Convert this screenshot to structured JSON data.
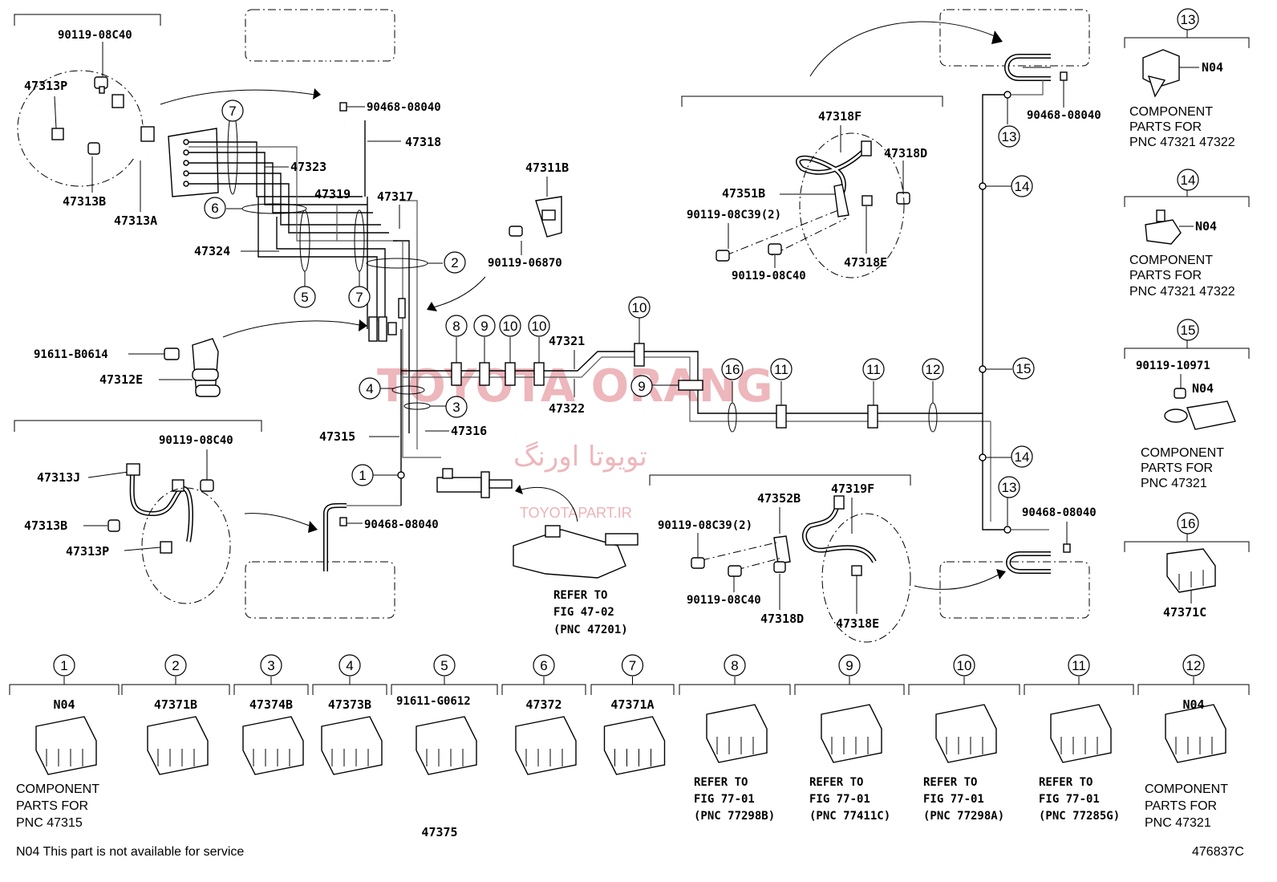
{
  "watermark": {
    "main": "TOYOTA ORANG",
    "arabic": "تویوتا اورنگ",
    "site": "TOYOTAPART.IR"
  },
  "diagram_id": "476837C",
  "footnote": "N04 This part is not available for service",
  "labels": {
    "l90119_08C40_a": "90119-08C40",
    "l47313P_a": "47313P",
    "l47313B_a": "47313B",
    "l47313A": "47313A",
    "l90468_a": "90468-08040",
    "l47318": "47318",
    "l47323": "47323",
    "l47319": "47319",
    "l47317": "47317",
    "l47324": "47324",
    "l47311B": "47311B",
    "l90119_06870": "90119-06870",
    "l91611_B0614": "91611-B0614",
    "l47312E": "47312E",
    "l47321": "47321",
    "l47322": "47322",
    "l47315": "47315",
    "l47316": "47316",
    "l90119_08C40_b": "90119-08C40",
    "l47313J": "47313J",
    "l47313B_b": "47313B",
    "l47313P_b": "47313P",
    "l90468_b": "90468-08040",
    "refer_fig_47_1": "REFER TO",
    "refer_fig_47_2": "FIG 47-02",
    "refer_fig_47_3": "(PNC 47201)",
    "l47318F": "47318F",
    "l47318D_a": "47318D",
    "l47351B": "47351B",
    "l90119_08C39_a": "90119-08C39(2)",
    "l90119_08C40_c": "90119-08C40",
    "l47318E_a": "47318E",
    "l90468_c": "90468-08040",
    "l90468_d": "90468-08040",
    "l47352B": "47352B",
    "l47319F": "47319F",
    "l90119_08C39_b": "90119-08C39(2)",
    "l90119_08C40_d": "90119-08C40",
    "l47318D_b": "47318D",
    "l47318E_b": "47318E",
    "n04_13": "N04",
    "n04_14": "N04",
    "n04_15": "N04",
    "l90119_10971": "90119-10971",
    "l47371C": "47371C",
    "cp13_1": "COMPONENT",
    "cp13_2": "PARTS FOR",
    "cp13_3": "PNC 47321 47322",
    "cp14_1": "COMPONENT",
    "cp14_2": "PARTS FOR",
    "cp14_3": "PNC 47321 47322",
    "cp15_1": "COMPONENT",
    "cp15_2": "PARTS FOR",
    "cp15_3": "PNC 47321"
  },
  "callouts": [
    "1",
    "2",
    "3",
    "4",
    "5",
    "6",
    "7",
    "7",
    "8",
    "9",
    "10",
    "10",
    "10",
    "9",
    "16",
    "11",
    "11",
    "12",
    "13",
    "14",
    "15",
    "14",
    "13",
    "13",
    "14",
    "15",
    "16"
  ],
  "bottom_row": [
    {
      "num": "1",
      "part": "N04",
      "lines": [
        "COMPONENT",
        "PARTS FOR",
        "PNC 47315"
      ]
    },
    {
      "num": "2",
      "part": "47371B",
      "lines": []
    },
    {
      "num": "3",
      "part": "47374B",
      "lines": []
    },
    {
      "num": "4",
      "part": "47373B",
      "lines": []
    },
    {
      "num": "5",
      "part": "91611-G0612",
      "part2": "47375",
      "lines": []
    },
    {
      "num": "6",
      "part": "47372",
      "lines": []
    },
    {
      "num": "7",
      "part": "47371A",
      "lines": []
    },
    {
      "num": "8",
      "part": "",
      "lines": [
        "REFER TO",
        "FIG 77-01",
        "(PNC 77298B)"
      ]
    },
    {
      "num": "9",
      "part": "",
      "lines": [
        "REFER TO",
        "FIG 77-01",
        "(PNC 77411C)"
      ]
    },
    {
      "num": "10",
      "part": "",
      "lines": [
        "REFER TO",
        "FIG 77-01",
        "(PNC 77298A)"
      ]
    },
    {
      "num": "11",
      "part": "",
      "lines": [
        "REFER TO",
        "FIG 77-01",
        "(PNC 77285G)"
      ]
    },
    {
      "num": "12",
      "part": "N04",
      "lines": [
        "COMPONENT",
        "PARTS FOR",
        "PNC 47321"
      ]
    }
  ]
}
